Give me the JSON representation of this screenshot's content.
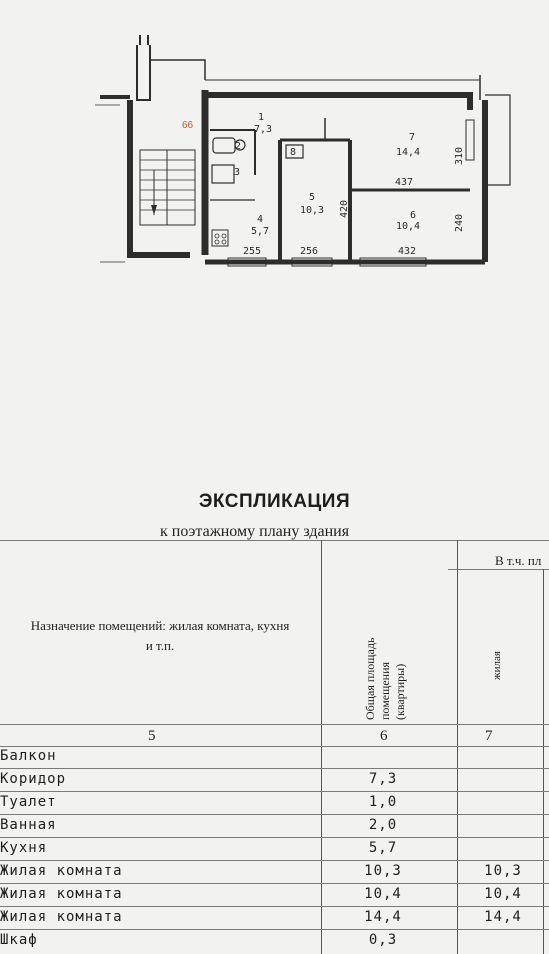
{
  "plan": {
    "rooms": [
      {
        "id": "1",
        "area": "7,3"
      },
      {
        "id": "4",
        "area": "5,7"
      },
      {
        "id": "5",
        "area": "10,3"
      },
      {
        "id": "6",
        "area": "10,4"
      },
      {
        "id": "7",
        "area": "14,4"
      }
    ],
    "labels": {
      "marker": "66",
      "toilet": "2",
      "bath": "3",
      "closet": "8",
      "dim_310": "310",
      "dim_437": "437",
      "dim_420": "420",
      "dim_240": "240",
      "dim_255": "255",
      "dim_256": "256",
      "dim_432": "432"
    }
  },
  "title": "ЭКСПЛИКАЦИЯ",
  "subtitle": "к поэтажному плану здания",
  "table": {
    "col5_header": "Назначение помещений: жилая комната, кухня и т.п.",
    "col6_header": "Общая площадь помещения (квартиры)",
    "group_header": "В т.ч. пл",
    "col7_header": "жилая",
    "col_numbers": [
      "5",
      "6",
      "7"
    ],
    "rows": [
      {
        "name": "Балкон",
        "area": "",
        "living": ""
      },
      {
        "name": "Коридор",
        "area": "7,3",
        "living": ""
      },
      {
        "name": "Туалет",
        "area": "1,0",
        "living": ""
      },
      {
        "name": "Ванная",
        "area": "2,0",
        "living": ""
      },
      {
        "name": "Кухня",
        "area": "5,7",
        "living": ""
      },
      {
        "name": "Жилая комната",
        "area": "10,3",
        "living": "10,3"
      },
      {
        "name": "Жилая комната",
        "area": "10,4",
        "living": "10,4"
      },
      {
        "name": "Жилая комната",
        "area": "14,4",
        "living": "14,4"
      },
      {
        "name": "Шкаф",
        "area": "0,3",
        "living": ""
      }
    ]
  }
}
